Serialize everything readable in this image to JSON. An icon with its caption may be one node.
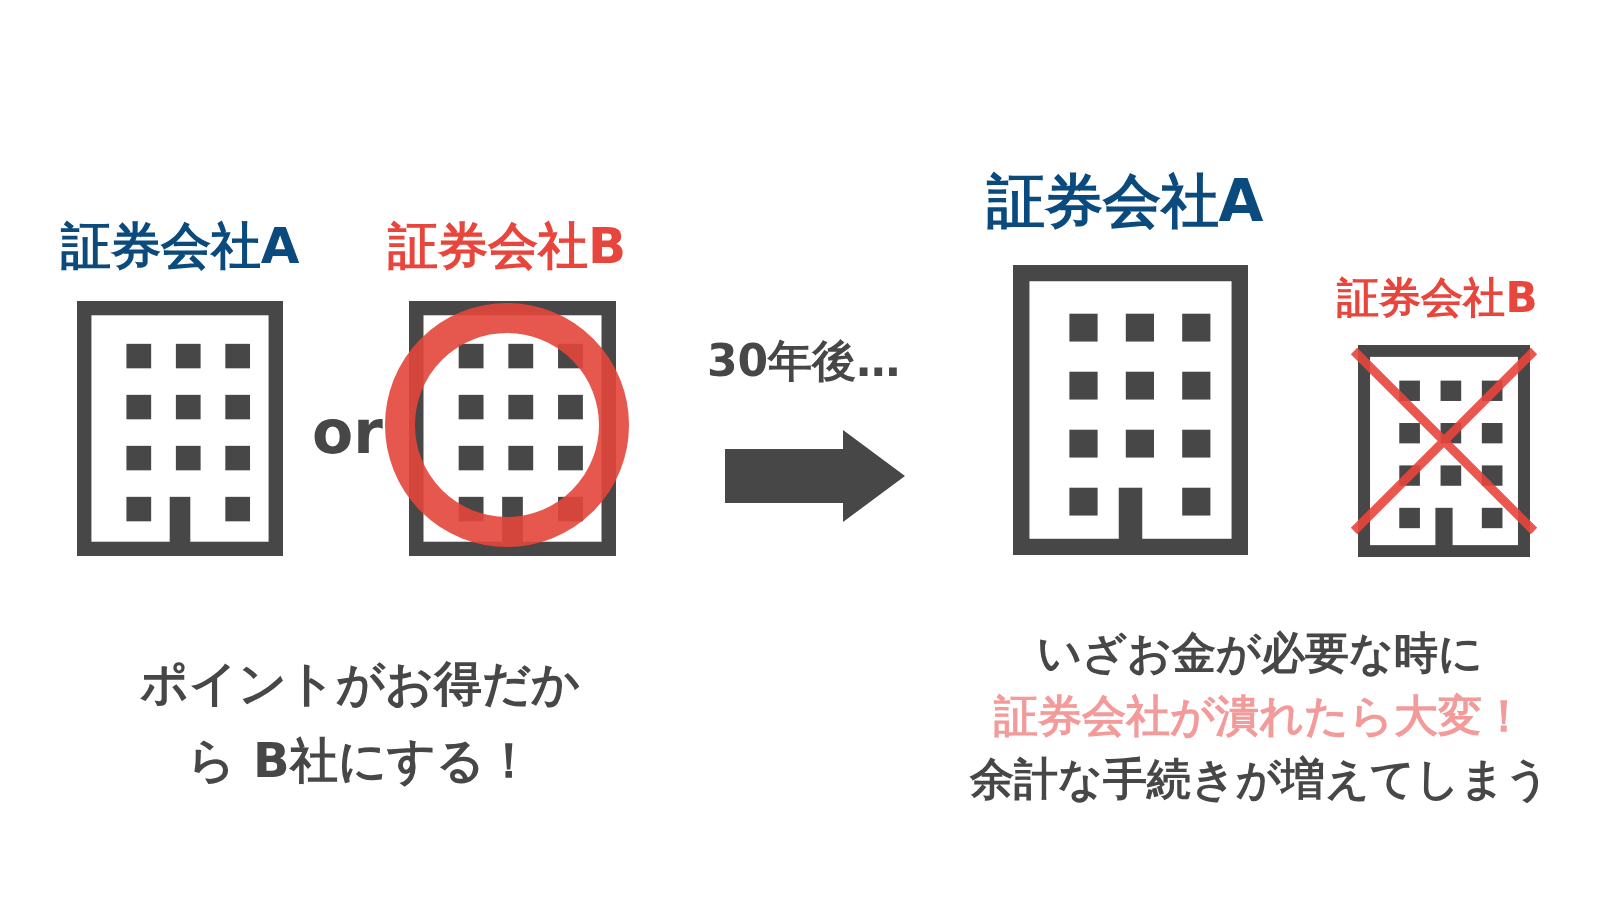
{
  "diagram": {
    "nodes": [
      {
        "text": [
          "証券会社A"
        ]
      },
      {
        "text": [
          "証券会社B"
        ]
      },
      {
        "text": [
          "証券会社A"
        ]
      },
      {
        "text": [
          "証券会社B"
        ]
      }
    ],
    "edges": [
      {
        "from": 1,
        "to": 2,
        "arrow": "to",
        "label": "30年後…",
        "style": "thick"
      }
    ],
    "labels": [
      "or",
      "ポイントがお得だから **B社**にする！",
      "いざお金が必要な時に",
      "証券会社が潰れたら大変！",
      "余計な手続きが増えてしまう"
    ]
  }
}
